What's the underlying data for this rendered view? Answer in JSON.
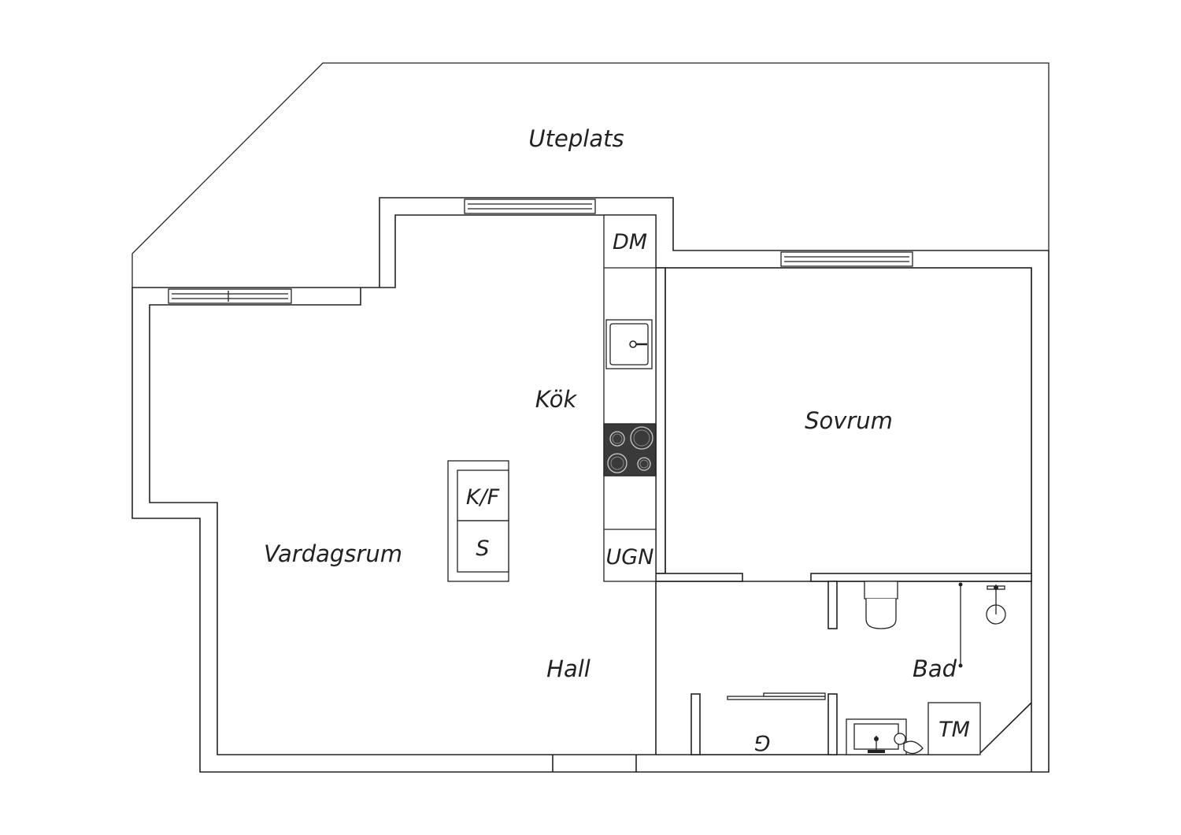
{
  "plan": {
    "rooms": {
      "uteplats": "Uteplats",
      "kok": "Kök",
      "sovrum": "Sovrum",
      "vardagsrum": "Vardagsrum",
      "hall": "Hall",
      "bad": "Bad"
    },
    "fixtures": {
      "dm": "DM",
      "ugn": "UGN",
      "kf": "K/F",
      "s": "S",
      "tm": "TM",
      "g": "G"
    }
  }
}
